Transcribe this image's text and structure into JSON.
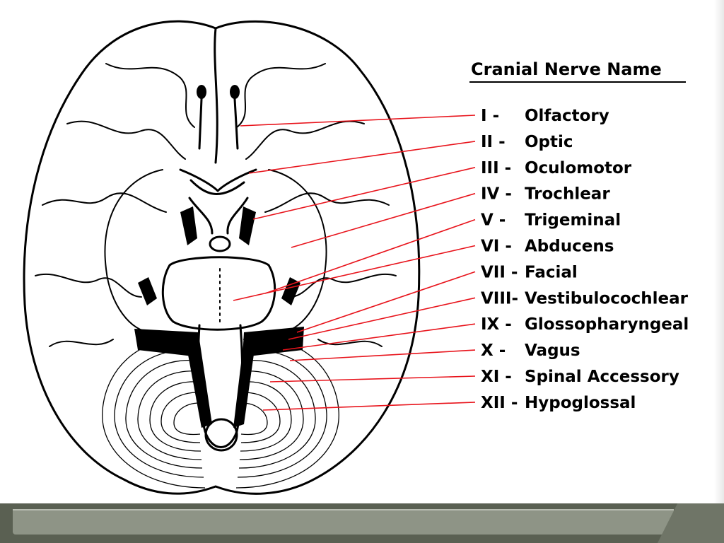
{
  "legend": {
    "title": "Cranial Nerve Name",
    "nerves": [
      {
        "numeral": "I -",
        "name": "Olfactory"
      },
      {
        "numeral": "II -",
        "name": "Optic"
      },
      {
        "numeral": "III -",
        "name": "Oculomotor"
      },
      {
        "numeral": "IV -",
        "name": "Trochlear"
      },
      {
        "numeral": "V -",
        "name": "Trigeminal"
      },
      {
        "numeral": "VI -",
        "name": "Abducens"
      },
      {
        "numeral": "VII -",
        "name": "Facial"
      },
      {
        "numeral": "VIII-",
        "name": "Vestibulocochlear"
      },
      {
        "numeral": "IX -",
        "name": "Glossopharyngeal"
      },
      {
        "numeral": "X -",
        "name": "Vagus"
      },
      {
        "numeral": "XI -",
        "name": "Spinal Accessory"
      },
      {
        "numeral": "XII -",
        "name": "Hypoglossal"
      }
    ]
  },
  "colors": {
    "leader_line": "#e8141c",
    "ink": "#000000",
    "footer_dark": "#5a6052",
    "footer_light": "#8e9486"
  }
}
